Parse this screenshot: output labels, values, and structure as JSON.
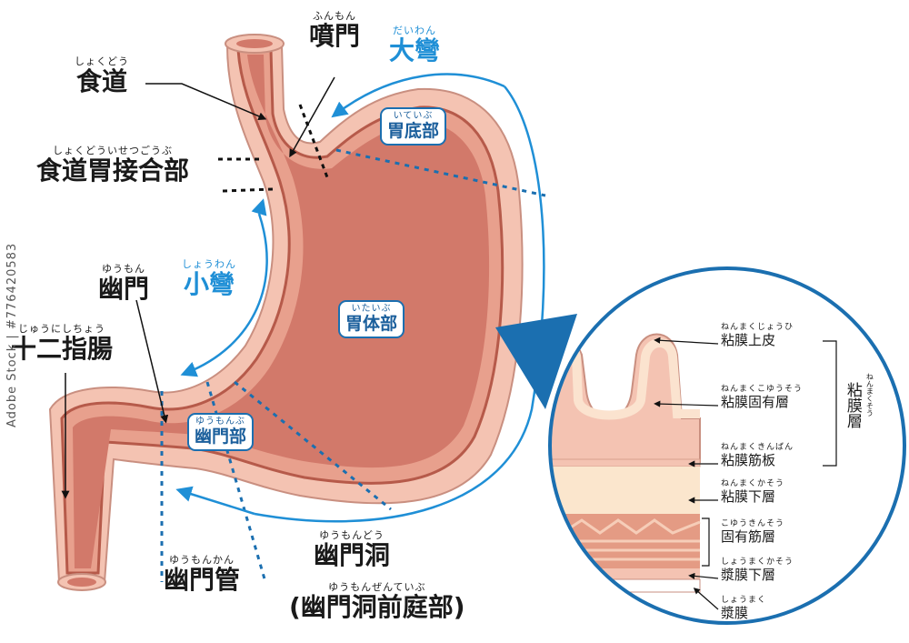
{
  "labels": {
    "funmon": {
      "ruby": "ふんもん",
      "main": "噴門"
    },
    "daiwan": {
      "ruby": "だいわん",
      "main": "大彎"
    },
    "shokudo": {
      "ruby": "しょくどう",
      "main": "食道"
    },
    "ejg": {
      "ruby": "しょくどういせつごうぶ",
      "main": "食道胃接合部"
    },
    "shouwan": {
      "ruby": "しょうわん",
      "main": "小彎"
    },
    "yuumon": {
      "ruby": "ゆうもん",
      "main": "幽門"
    },
    "duodenum": {
      "ruby": "じゅうにしちょう",
      "main": "十二指腸"
    },
    "yuumonkan": {
      "ruby": "ゆうもんかん",
      "main": "幽門管"
    },
    "yuumondou": {
      "ruby": "ゆうもんどう",
      "main": "幽門洞"
    },
    "antrum": {
      "ruby": "ゆうもんぜんていぶ",
      "main": "(幽門洞前庭部)"
    }
  },
  "regions": {
    "fundus": {
      "ruby": "いていぶ",
      "main": "胃底部"
    },
    "body": {
      "ruby": "いたいぶ",
      "main": "胃体部"
    },
    "pyloric": {
      "ruby": "ゆうもんぶ",
      "main": "幽門部"
    }
  },
  "layers": {
    "epithelium": {
      "ruby": "ねんまくじょうひ",
      "main": "粘膜上皮"
    },
    "lamina_propria": {
      "ruby": "ねんまくこゆうそう",
      "main": "粘膜固有層"
    },
    "muscularis_mucosae": {
      "ruby": "ねんまくきんばん",
      "main": "粘膜筋板"
    },
    "submucosa": {
      "ruby": "ねんまくかそう",
      "main": "粘膜下層"
    },
    "muscularis_propria": {
      "ruby": "こゆうきんそう",
      "main": "固有筋層"
    },
    "subserosa": {
      "ruby": "しょうまくかそう",
      "main": "漿膜下層"
    },
    "serosa": {
      "ruby": "しょうまく",
      "main": "漿膜"
    },
    "mucosa_group": {
      "ruby": "ねんまくそう",
      "main": "粘膜層"
    }
  },
  "watermark": "Adobe Stock | #776420583",
  "colors": {
    "outer_wall": "#f4c3b2",
    "inner_wall": "#d2796a",
    "lumen": "#e8a08d",
    "blue_arrow": "#1f8fd6",
    "dark_blue": "#1b6fb0",
    "dotted": "#1b6fb0"
  }
}
